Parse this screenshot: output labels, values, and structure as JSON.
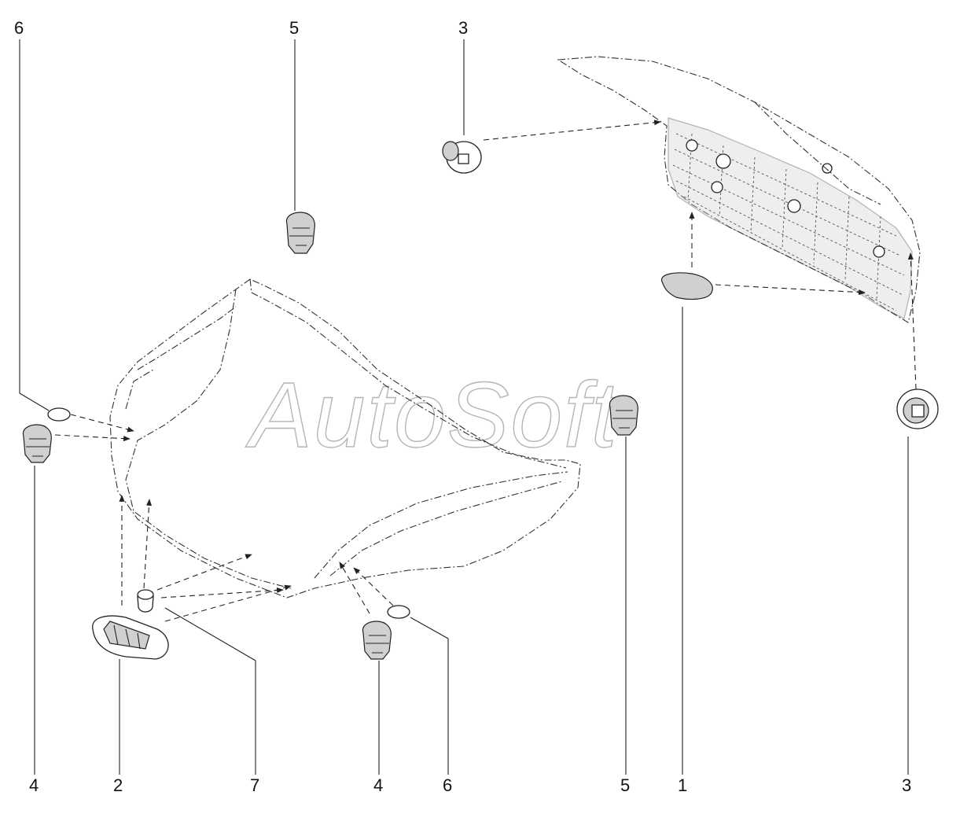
{
  "watermark": "AutoSoft",
  "callouts": [
    "6",
    "5",
    "3",
    "4",
    "2",
    "7",
    "4",
    "6",
    "5",
    "1",
    "3"
  ],
  "colors": {
    "line": "#222222",
    "watermark": "#b5b5b5",
    "background": "#ffffff"
  }
}
